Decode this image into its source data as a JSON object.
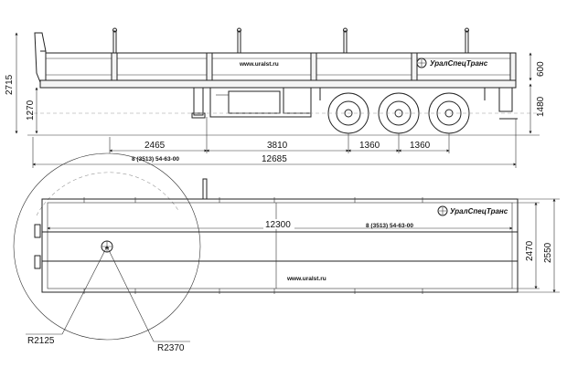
{
  "side_view": {
    "dimensions": {
      "overall_height": "2715",
      "deck_height": "1270",
      "side_height": "600",
      "platform_height": "1480",
      "dist_kingpin": "2465",
      "dist_axles": "3810",
      "axle_spacing_1": "1360",
      "axle_spacing_2": "1360",
      "overall_length": "12685"
    },
    "phone": "8 (3513) 54-63-00",
    "website": "www.uralst.ru",
    "brand": "УралСпецТранс"
  },
  "top_view": {
    "dimensions": {
      "deck_length": "12300",
      "inner_width": "2470",
      "outer_width": "2550",
      "turn_radius_inner": "R2125",
      "turn_radius_outer": "R2370"
    },
    "phone": "8 (3513) 54-63-00",
    "website": "www.uralst.ru",
    "brand": "УралСпецТранс"
  },
  "colors": {
    "line": "#222222",
    "background": "#ffffff"
  }
}
